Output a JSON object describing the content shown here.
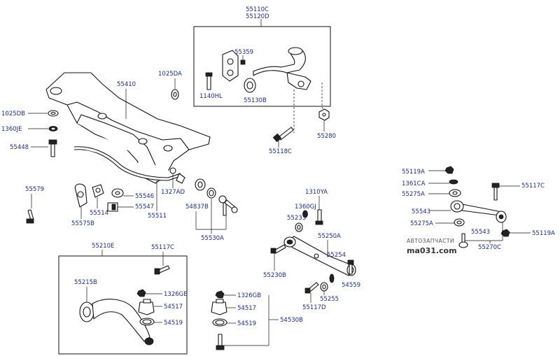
{
  "labels": {
    "p55110C": "55110C",
    "p55120D": "55120D",
    "p55359": "55359",
    "p1140HL": "1140HL",
    "p55130B": "55130B",
    "p55280": "55280",
    "p55118C": "55118C",
    "p1025DA": "1025DA",
    "p55410": "55410",
    "p1025DB": "1025DB",
    "p1360JE": "1360JE",
    "p55448": "55448",
    "p55579": "55579",
    "p55546": "55546",
    "p1327AD": "1327AD",
    "p55514": "55514",
    "p55547": "55547",
    "p55575B": "55575B",
    "p55511": "55511",
    "p54837B": "54837B",
    "p55530A": "55530A",
    "p1310YA": "1310YA",
    "p1360GJ": "1360GJ",
    "p55233": "55233",
    "p55250A": "55250A",
    "p55254": "55254",
    "p55230B": "55230B",
    "p54559": "54559",
    "p55255": "55255",
    "p55117D": "55117D",
    "p55119A_top": "55119A",
    "p1361CA": "1361CA",
    "p55275A_top": "55275A",
    "p55117C_right": "55117C",
    "p55543_left": "55543",
    "p55275A_bot": "55275A",
    "p55543_right": "55543",
    "p55119A_bot": "55119A",
    "p55270C": "55270C",
    "p55210E": "55210E",
    "p55117C_mid": "55117C",
    "p55215B": "55215B",
    "p1326GB_a": "1326GB",
    "p54517_a": "54517",
    "p54519_a": "54519",
    "p1326GB_b": "1326GB",
    "p54517_b": "54517",
    "p54519_b": "54519",
    "p54530B": "54530B"
  },
  "watermark": {
    "line1": "АВТОЗАПЧАСТИ",
    "line2": "ma031.com"
  }
}
